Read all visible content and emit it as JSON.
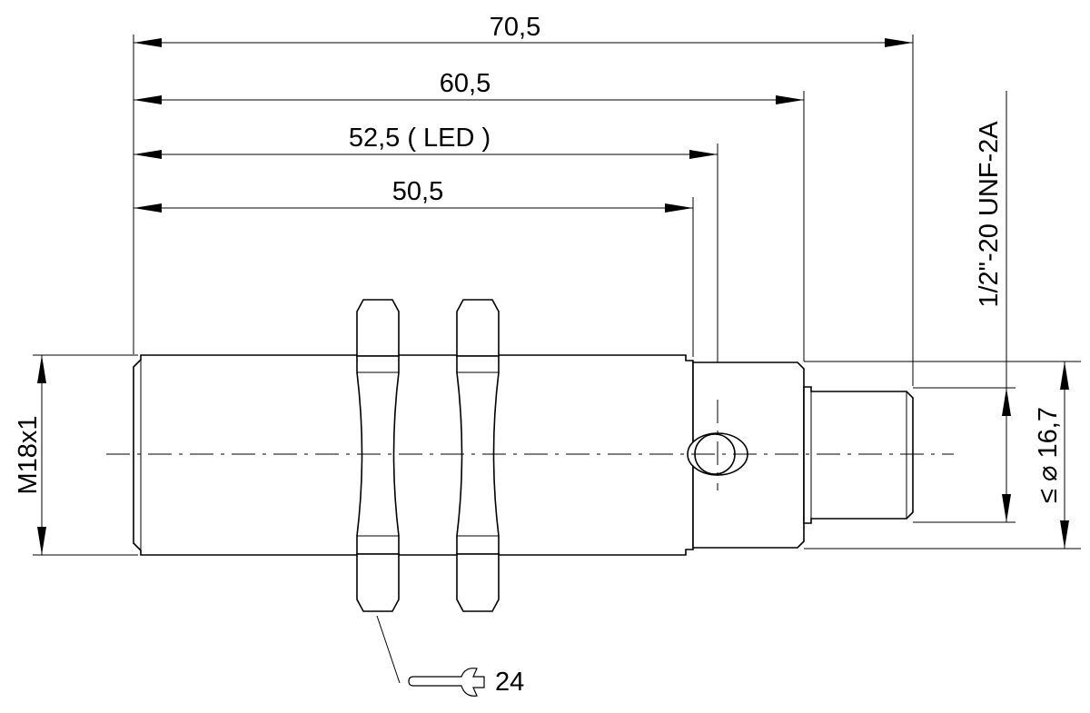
{
  "dimensions": {
    "total_length": "70,5",
    "body_length": "60,5",
    "led_position": "52,5 ( LED )",
    "thread_length": "50,5",
    "thread_size": "M18x1",
    "connector_thread": "1/2\"-20 UNF-2A",
    "connector_diameter": "≤ ⌀ 16,7",
    "wrench_size": "24"
  }
}
